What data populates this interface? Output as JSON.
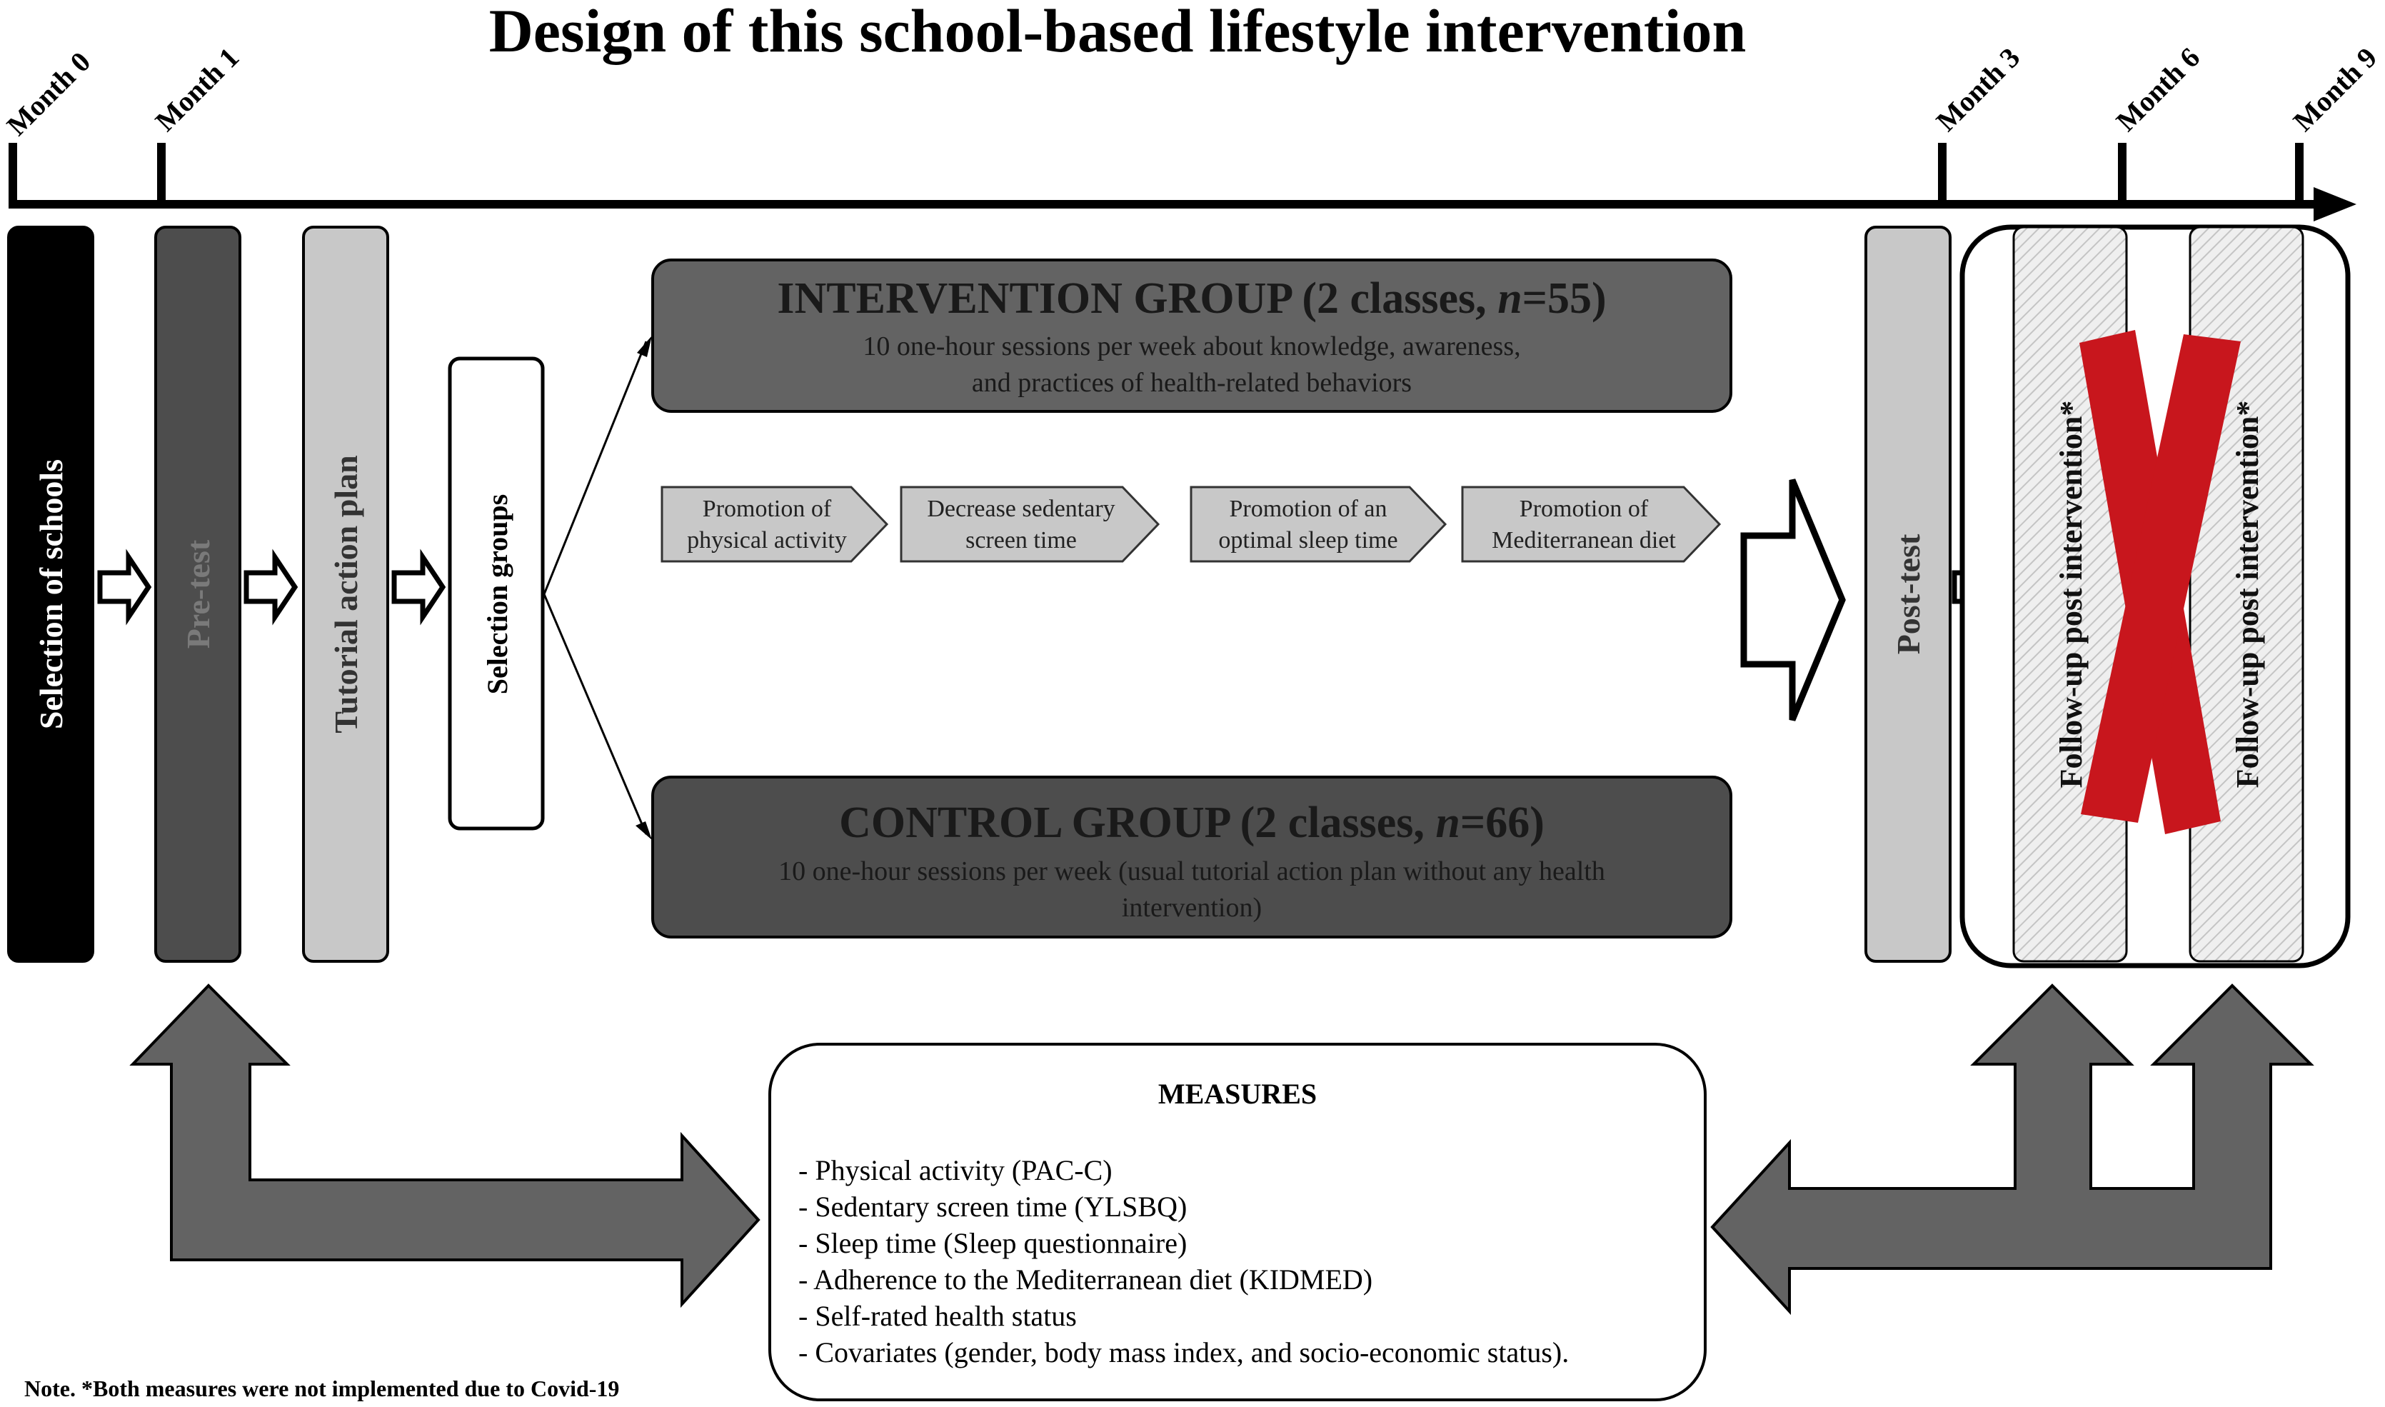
{
  "title": "Design of this school-based lifestyle intervention",
  "timeline": {
    "months": [
      "Month 0",
      "Month 1",
      "Month 3",
      "Month 6",
      "Month 9"
    ]
  },
  "phases": {
    "selection_schools": "Selection of schools",
    "pretest": "Pre-test",
    "tutorial": "Tutorial action plan",
    "selection_groups": "Selection groups",
    "posttest": "Post-test",
    "followup_1": "Follow-up post intervention*",
    "followup_2": "Follow-up post intervention*"
  },
  "intervention_group": {
    "title_main": "INTERVENTION GROUP (2 classes, ",
    "title_n": "n",
    "title_end": "=55)",
    "desc_line1": "10 one-hour sessions per week about knowledge, awareness,",
    "desc_line2": "and practices of health-related behaviors"
  },
  "control_group": {
    "title_main": "CONTROL GROUP (2 classes, ",
    "title_n": "n",
    "title_end": "=66)",
    "desc_line1": "10 one-hour sessions per week (usual tutorial action plan without any health",
    "desc_line2": "intervention)"
  },
  "promotions": [
    {
      "line1": "Promotion of",
      "line2": "physical activity"
    },
    {
      "line1": "Decrease sedentary",
      "line2": "screen time"
    },
    {
      "line1": "Promotion of an",
      "line2": "optimal sleep time"
    },
    {
      "line1": "Promotion of",
      "line2": "Mediterranean diet"
    }
  ],
  "measures": {
    "title": "MEASURES",
    "items": [
      "- Physical activity (PAC-C)",
      "- Sedentary screen time (YLSBQ)",
      "- Sleep time (Sleep questionnaire)",
      "- Adherence to the Mediterranean diet (KIDMED)",
      "- Self-rated health status",
      "- Covariates (gender, body mass index, and socio-economic status)."
    ]
  },
  "note": "Note. *Both measures were not implemented due to Covid-19",
  "colors": {
    "black": "#000000",
    "dark_gray": "#4d4d4d",
    "medium_gray": "#636363",
    "light_gray": "#c8c8c8",
    "red_cross": "#c8161d",
    "white": "#ffffff"
  }
}
